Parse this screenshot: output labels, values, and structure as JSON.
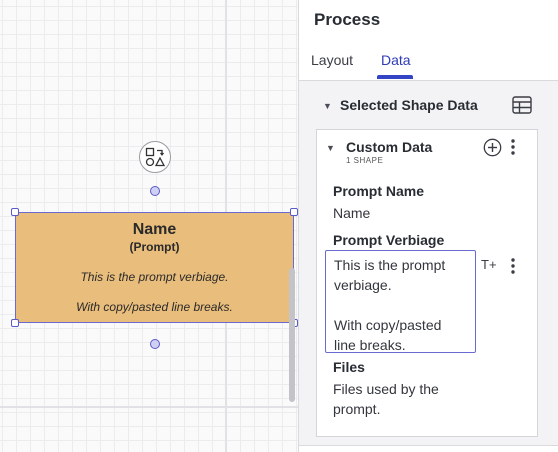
{
  "canvas": {
    "shape": {
      "title": "Name",
      "subtitle": "(Prompt)",
      "line1": "This is the prompt verbiage.",
      "line2": "With copy/pasted line breaks.",
      "fill_color": "#e9bd7c",
      "selection_color": "#5a5ac8"
    },
    "shape_tool_icon": "shapes-icon"
  },
  "panel": {
    "title": "Process",
    "tabs": [
      {
        "label": "Layout",
        "active": false
      },
      {
        "label": "Data",
        "active": true
      }
    ],
    "accent_color": "#3344c4",
    "section": {
      "label": "Selected Shape Data",
      "icon": "table-icon"
    },
    "custom_data": {
      "title": "Custom Data",
      "count": "1 SHAPE",
      "fields": [
        {
          "label": "Prompt Name",
          "value": "Name"
        },
        {
          "label": "Prompt Verbiage",
          "value": "This is the prompt\nverbiage.\n\nWith copy/pasted\nline breaks."
        },
        {
          "label": "Files",
          "value_line1": "Files used by the",
          "value_line2": "prompt."
        }
      ],
      "format_icon_label": "T+"
    }
  }
}
